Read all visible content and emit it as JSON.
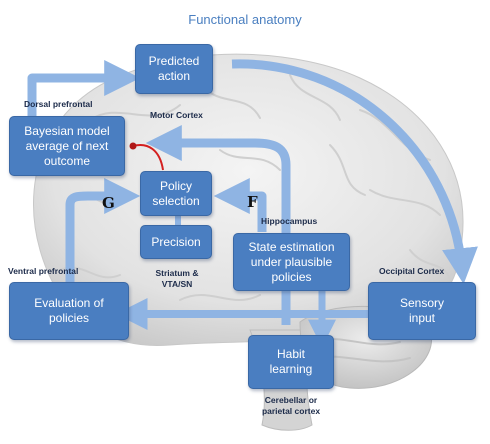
{
  "title": "Functional anatomy",
  "boxes": {
    "predicted_action": "Predicted\naction",
    "bayesian_model": "Bayesian model\naverage of next\noutcome",
    "policy_selection": "Policy\nselection",
    "precision": "Precision",
    "state_estimation": "State estimation\nunder plausible\npolicies",
    "evaluation": "Evaluation of\npolicies",
    "sensory_input": "Sensory\ninput",
    "habit_learning": "Habit\nlearning"
  },
  "region_labels": {
    "dorsal_prefrontal": "Dorsal prefrontal",
    "motor_cortex": "Motor Cortex",
    "hippocampus": "Hippocampus",
    "ventral_prefrontal": "Ventral prefrontal",
    "striatum": "Striatum  &\nVTA/SN",
    "occipital_cortex": "Occipital Cortex",
    "cerebellar": "Cerebellar or\nparietal cortex"
  },
  "letters": {
    "g": "G",
    "f": "F"
  },
  "colors": {
    "box_fill": "#4a7ec1",
    "arrow": "#8fb4e3",
    "inhibit": "#d42020",
    "title": "#4a7fc0"
  }
}
